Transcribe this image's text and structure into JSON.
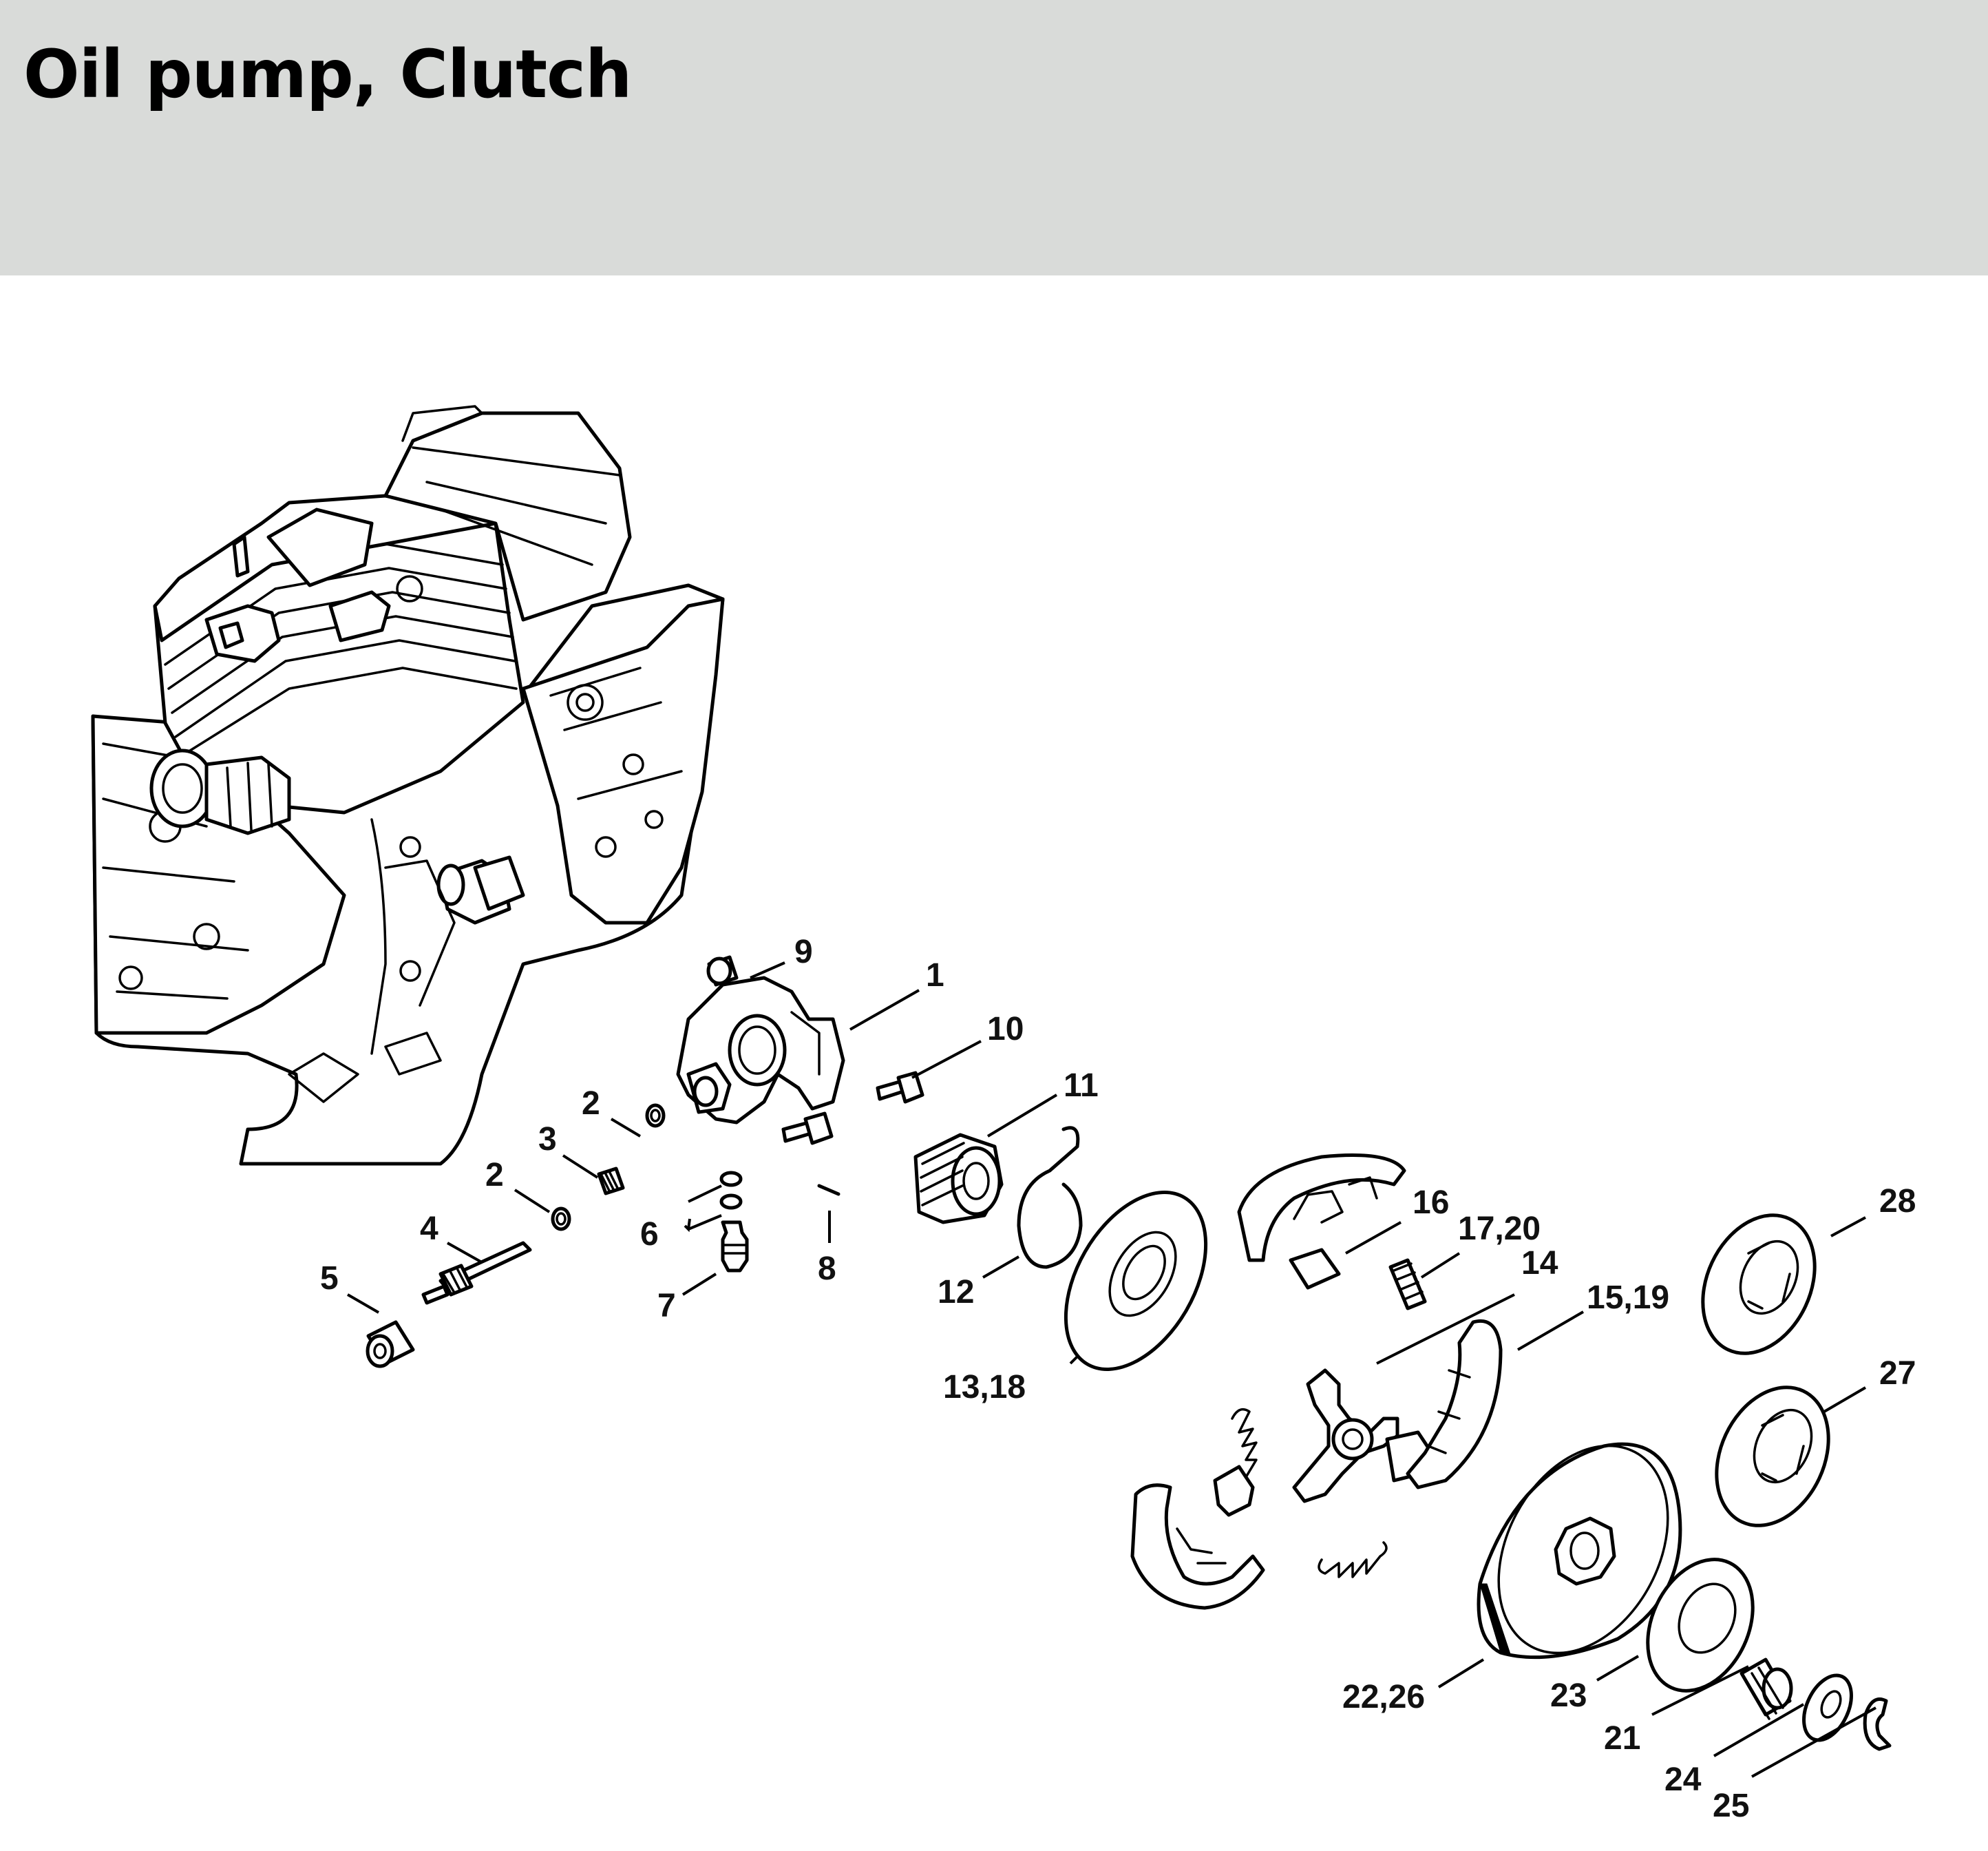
{
  "title": "Oil pump, Clutch",
  "callouts": {
    "c1": "1",
    "c2a": "2",
    "c2b": "2",
    "c3": "3",
    "c4": "4",
    "c5": "5",
    "c6": "6",
    "c7": "7",
    "c8": "8",
    "c9": "9",
    "c10": "10",
    "c11": "11",
    "c12": "12",
    "c13_18": "13,18",
    "c14": "14",
    "c15_19": "15,19",
    "c16": "16",
    "c17_20": "17,20",
    "c21": "21",
    "c22_26": "22,26",
    "c23": "23",
    "c24": "24",
    "c25": "25",
    "c27": "27",
    "c28": "28"
  }
}
